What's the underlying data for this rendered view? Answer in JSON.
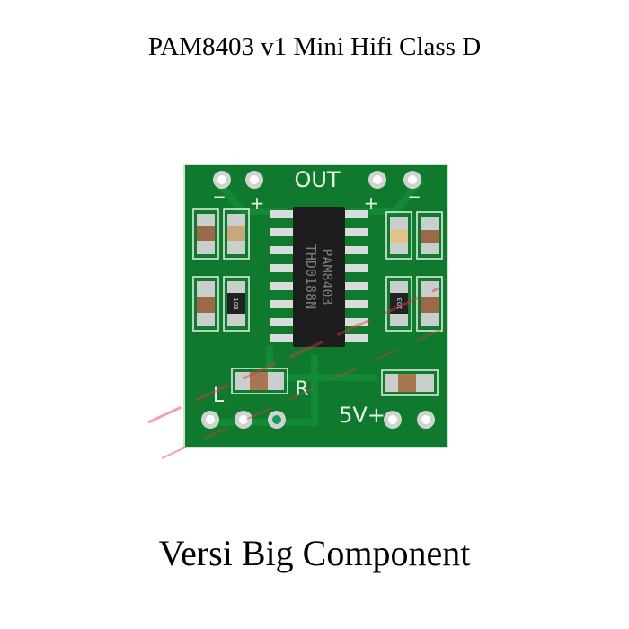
{
  "header": {
    "title": "PAM8403 v1 Mini Hifi Class D"
  },
  "footer": {
    "caption": "Versi Big Component"
  },
  "board": {
    "silkscreen": {
      "out": "OUT",
      "left": "L",
      "right": "R",
      "power": "5V+",
      "plus": "+",
      "minus": "−"
    },
    "chip": {
      "line1": "PAM8403",
      "line2": "THD0188N"
    },
    "resistor_code": "103"
  },
  "colors": {
    "pcb": "#0f7a2e",
    "chip": "#1d1d1d",
    "pad": "#c9cfcc",
    "watermark": "#e6324a"
  }
}
